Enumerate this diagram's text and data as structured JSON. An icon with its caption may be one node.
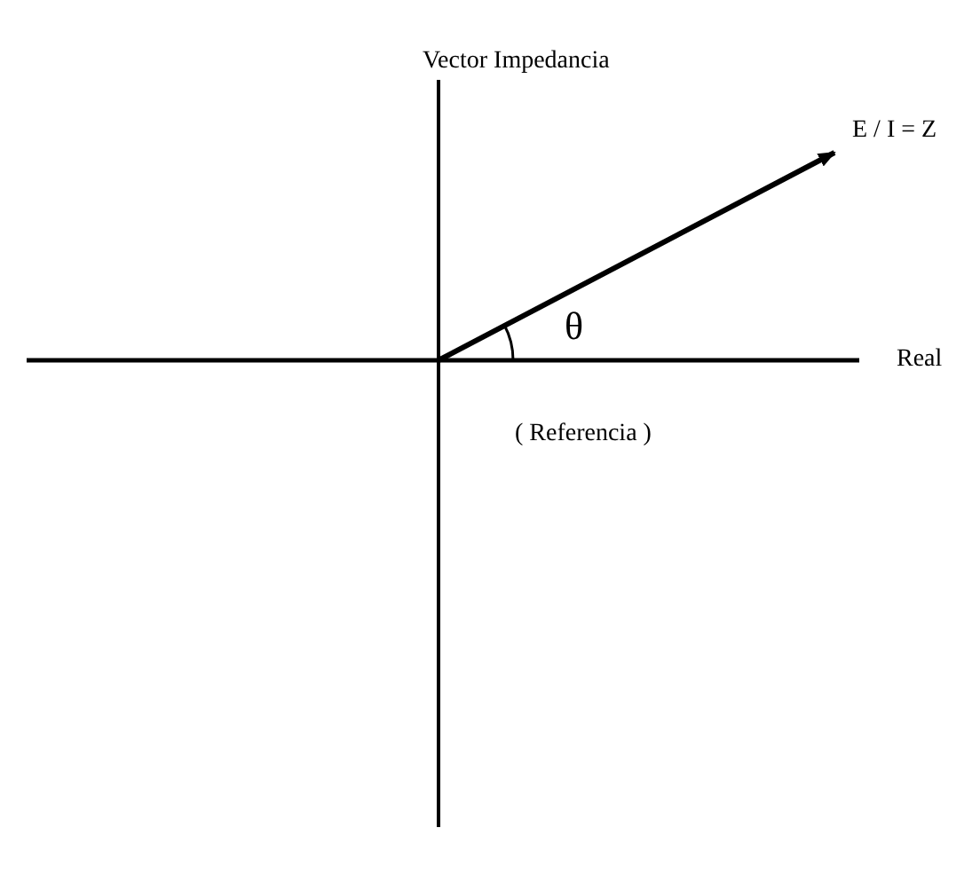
{
  "diagram": {
    "title": "Vector Impedancia",
    "labels": [
      "E / I = Z",
      "θ",
      "Real",
      "( Referencia )"
    ]
  }
}
